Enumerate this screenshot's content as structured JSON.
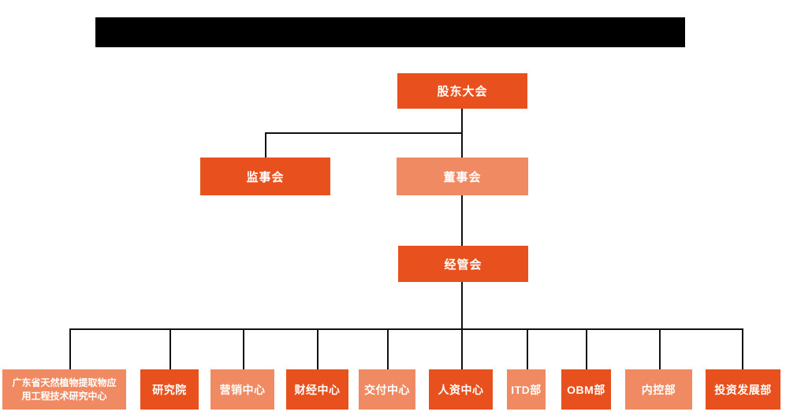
{
  "page": {
    "background": "#ffffff",
    "title_bar": {
      "type": "redacted-black-bar",
      "text": ""
    }
  },
  "colors": {
    "node_primary": "#e8511d",
    "node_secondary": "#ef8a63",
    "node_text": "#ffffff",
    "connector": "#111111",
    "redaction": "#000000",
    "background": "#ffffff"
  },
  "org": {
    "type": "org-chart",
    "nodes": [
      {
        "label": "股东大会",
        "level": 1,
        "parent": null,
        "style": "primary"
      },
      {
        "label": "监事会",
        "level": 2,
        "parent": "股东大会",
        "style": "primary"
      },
      {
        "label": "董事会",
        "level": 2,
        "parent": "股东大会",
        "style": "secondary"
      },
      {
        "label": "经管会",
        "level": 3,
        "parent": "董事会",
        "style": "primary"
      },
      {
        "label": "广东省天然植物提取物应用工程技术研究中心",
        "level": 4,
        "parent": "经管会",
        "style": "secondary"
      },
      {
        "label": "研究院",
        "level": 4,
        "parent": "经管会",
        "style": "primary"
      },
      {
        "label": "营销中心",
        "level": 4,
        "parent": "经管会",
        "style": "secondary"
      },
      {
        "label": "财经中心",
        "level": 4,
        "parent": "经管会",
        "style": "primary"
      },
      {
        "label": "交付中心",
        "level": 4,
        "parent": "经管会",
        "style": "secondary"
      },
      {
        "label": "人资中心",
        "level": 4,
        "parent": "经管会",
        "style": "primary"
      },
      {
        "label": "ITD部",
        "level": 4,
        "parent": "经管会",
        "style": "secondary"
      },
      {
        "label": "OBM部",
        "level": 4,
        "parent": "经管会",
        "style": "primary"
      },
      {
        "label": "内控部",
        "level": 4,
        "parent": "经管会",
        "style": "secondary"
      },
      {
        "label": "投资发展部",
        "level": 4,
        "parent": "经管会",
        "style": "primary"
      }
    ]
  }
}
